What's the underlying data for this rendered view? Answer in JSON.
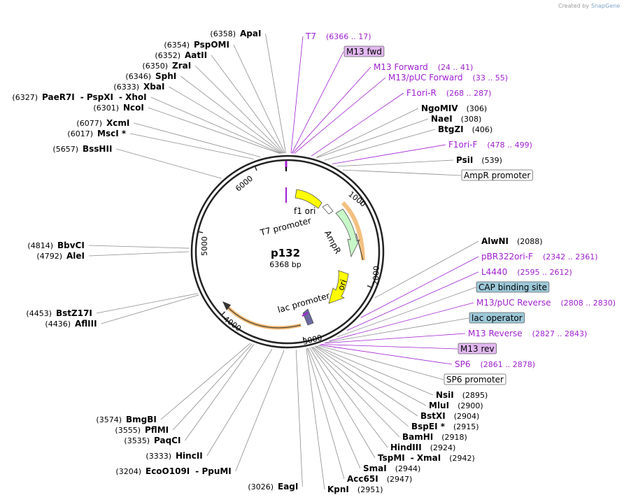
{
  "credit": "Created by",
  "credit_brand": "SnapGene",
  "plasmid": {
    "name": "p132",
    "length_label": "6368 bp"
  },
  "ticks": [
    "1000",
    "2000",
    "3000",
    "4000",
    "5000",
    "6000"
  ],
  "features": [
    {
      "label": "f1 ori"
    },
    {
      "label": "T7 promoter"
    },
    {
      "label": "AmpR"
    },
    {
      "label": "ori"
    },
    {
      "label": "lac promoter"
    }
  ],
  "left_sites": [
    {
      "pos": "(6358)",
      "name": "ApaI"
    },
    {
      "pos": "(6354)",
      "name": "PspOMI"
    },
    {
      "pos": "(6352)",
      "name": "AatII"
    },
    {
      "pos": "(6350)",
      "name": "ZraI"
    },
    {
      "pos": "(6346)",
      "name": "SphI"
    },
    {
      "pos": "(6333)",
      "name": "XbaI"
    },
    {
      "pos": "(6327)",
      "name": "PaeR7I",
      "extra1": "PspXI",
      "extra2": "XhoI"
    },
    {
      "pos": "(6301)",
      "name": "NcoI"
    },
    {
      "pos": "(6077)",
      "name": "XcmI"
    },
    {
      "pos": "(6017)",
      "name": "MscI *"
    },
    {
      "pos": "(5657)",
      "name": "BssHII"
    },
    {
      "pos": "(4814)",
      "name": "BbvCI"
    },
    {
      "pos": "(4792)",
      "name": "AleI"
    },
    {
      "pos": "(4453)",
      "name": "BstZ17I"
    },
    {
      "pos": "(4436)",
      "name": "AflIII"
    },
    {
      "pos": "(3574)",
      "name": "BmgBI"
    },
    {
      "pos": "(3555)",
      "name": "PflMI"
    },
    {
      "pos": "(3535)",
      "name": "PaqCI"
    },
    {
      "pos": "(3333)",
      "name": "HincII"
    },
    {
      "pos": "(3204)",
      "name": "EcoO109I",
      "extra1": "PpuMI"
    },
    {
      "pos": "(3026)",
      "name": "EagI"
    }
  ],
  "right_labels": [
    {
      "kind": "primer",
      "name": "T7",
      "pos": "(6366 .. 17)"
    },
    {
      "kind": "box-primer",
      "name": "M13 fwd"
    },
    {
      "kind": "primer",
      "name": "M13 Forward",
      "pos": "(24 .. 41)"
    },
    {
      "kind": "primer",
      "name": "M13/pUC Forward",
      "pos": "(33 .. 55)"
    },
    {
      "kind": "primer",
      "name": "F1ori-R",
      "pos": "(268 .. 287)"
    },
    {
      "kind": "site",
      "name": "NgoMIV",
      "pos": "(306)"
    },
    {
      "kind": "site",
      "name": "NaeI",
      "pos": "(308)"
    },
    {
      "kind": "site",
      "name": "BtgZI",
      "pos": "(406)"
    },
    {
      "kind": "primer",
      "name": "F1ori-F",
      "pos": "(478 .. 499)"
    },
    {
      "kind": "site",
      "name": "PsiI",
      "pos": "(539)"
    },
    {
      "kind": "box-feature",
      "name": "AmpR promoter"
    },
    {
      "kind": "site",
      "name": "AlwNI",
      "pos": "(2088)"
    },
    {
      "kind": "primer",
      "name": "pBR322ori-F",
      "pos": "(2342 .. 2361)"
    },
    {
      "kind": "primer",
      "name": "L4440",
      "pos": "(2595 .. 2612)"
    },
    {
      "kind": "box-blue",
      "name": "CAP binding site"
    },
    {
      "kind": "primer",
      "name": "M13/pUC Reverse",
      "pos": "(2808 .. 2830)"
    },
    {
      "kind": "box-blue",
      "name": "lac operator"
    },
    {
      "kind": "primer",
      "name": "M13 Reverse",
      "pos": "(2827 .. 2843)"
    },
    {
      "kind": "box-primer",
      "name": "M13 rev"
    },
    {
      "kind": "primer",
      "name": "SP6",
      "pos": "(2861 .. 2878)"
    },
    {
      "kind": "box-feature",
      "name": "SP6 promoter"
    },
    {
      "kind": "site",
      "name": "NsiI",
      "pos": "(2895)"
    },
    {
      "kind": "site",
      "name": "MluI",
      "pos": "(2900)"
    },
    {
      "kind": "site",
      "name": "BstXI",
      "pos": "(2904)"
    },
    {
      "kind": "site",
      "name": "BspEI *",
      "pos": "(2915)"
    },
    {
      "kind": "site",
      "name": "BamHI",
      "pos": "(2918)"
    },
    {
      "kind": "site",
      "name": "HindIII",
      "pos": "(2924)"
    },
    {
      "kind": "site",
      "name": "TspMI",
      "extra1": "XmaI",
      "pos": "(2942)"
    },
    {
      "kind": "site",
      "name": "SmaI",
      "pos": "(2944)"
    },
    {
      "kind": "site",
      "name": "Acc65I",
      "pos": "(2947)"
    },
    {
      "kind": "site",
      "name": "KpnI",
      "pos": "(2951)"
    }
  ],
  "colors": {
    "primer": "#a020d0",
    "primer_box": "#e2b8f0",
    "blue_box": "#9cc8d8",
    "feature_yellow": "#ffff00",
    "feature_green": "#c8f7c8",
    "halo": "#f0b060",
    "leader": "#8c8c8c"
  }
}
